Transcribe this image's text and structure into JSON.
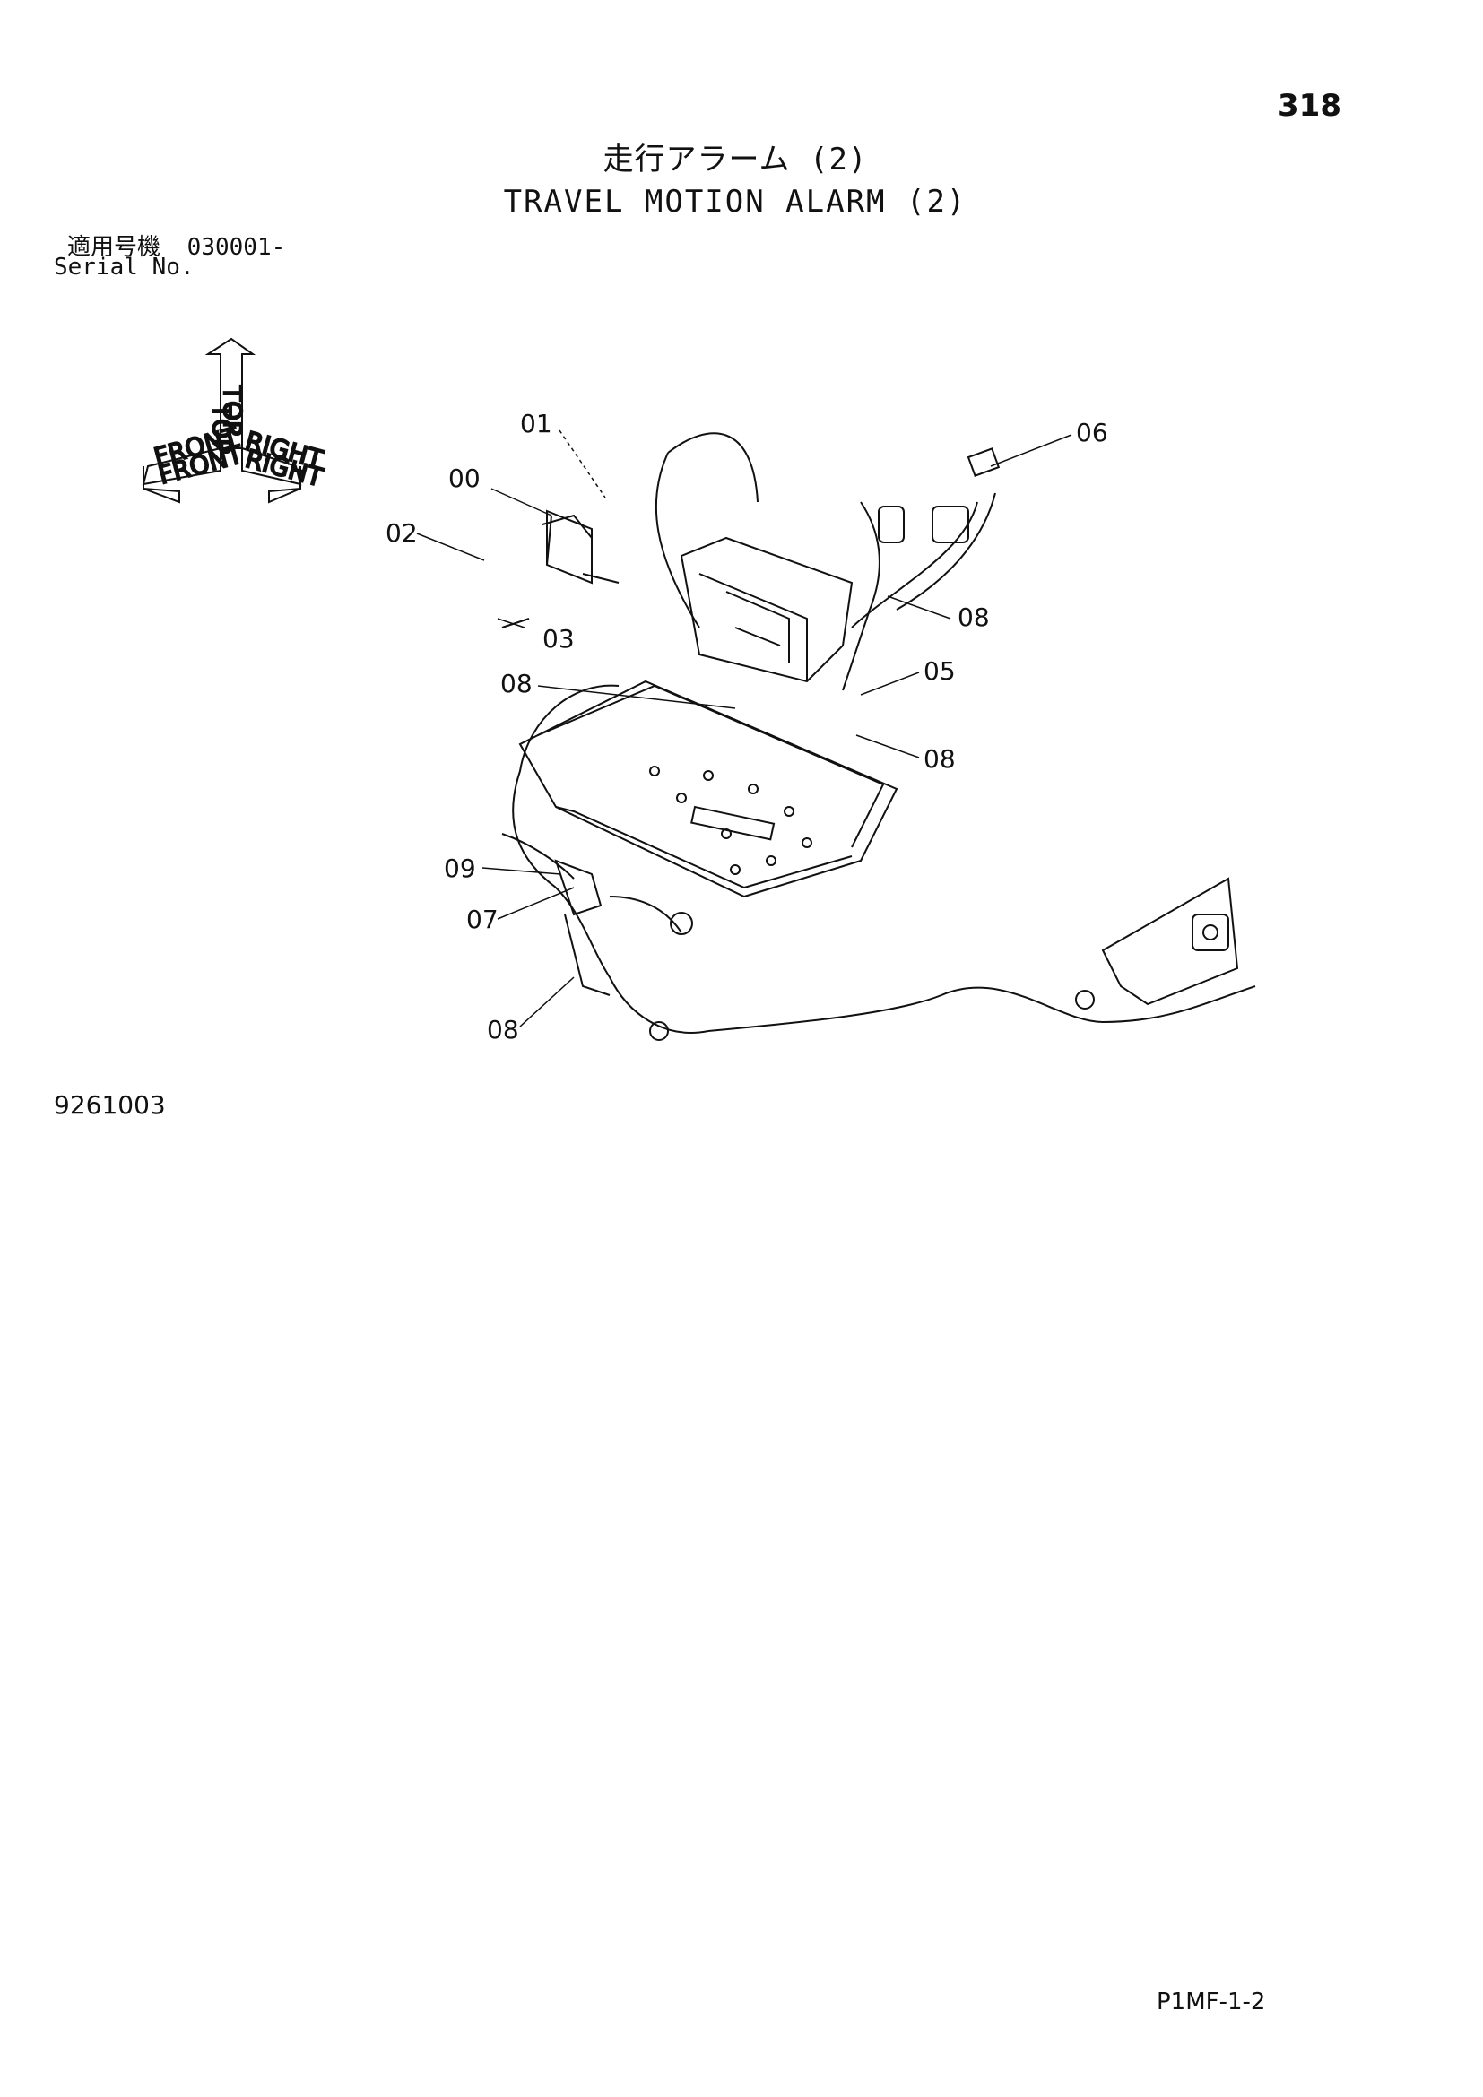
{
  "page": {
    "number": "318",
    "title_jp": "走行アラーム (2)",
    "title_en": "TRAVEL MOTION ALARM (2)",
    "serial_label_jp": "適用号機",
    "serial_value": "030001-",
    "serial_label_en": "Serial No.",
    "figure_code": "9261003",
    "page_ref": "P1MF-1-2"
  },
  "orientation": {
    "top": "TOP",
    "front": "FRONT",
    "right": "RIGHT"
  },
  "callouts": [
    "01",
    "00",
    "02",
    "03",
    "06",
    "08",
    "05",
    "08",
    "08",
    "09",
    "07",
    "08"
  ]
}
